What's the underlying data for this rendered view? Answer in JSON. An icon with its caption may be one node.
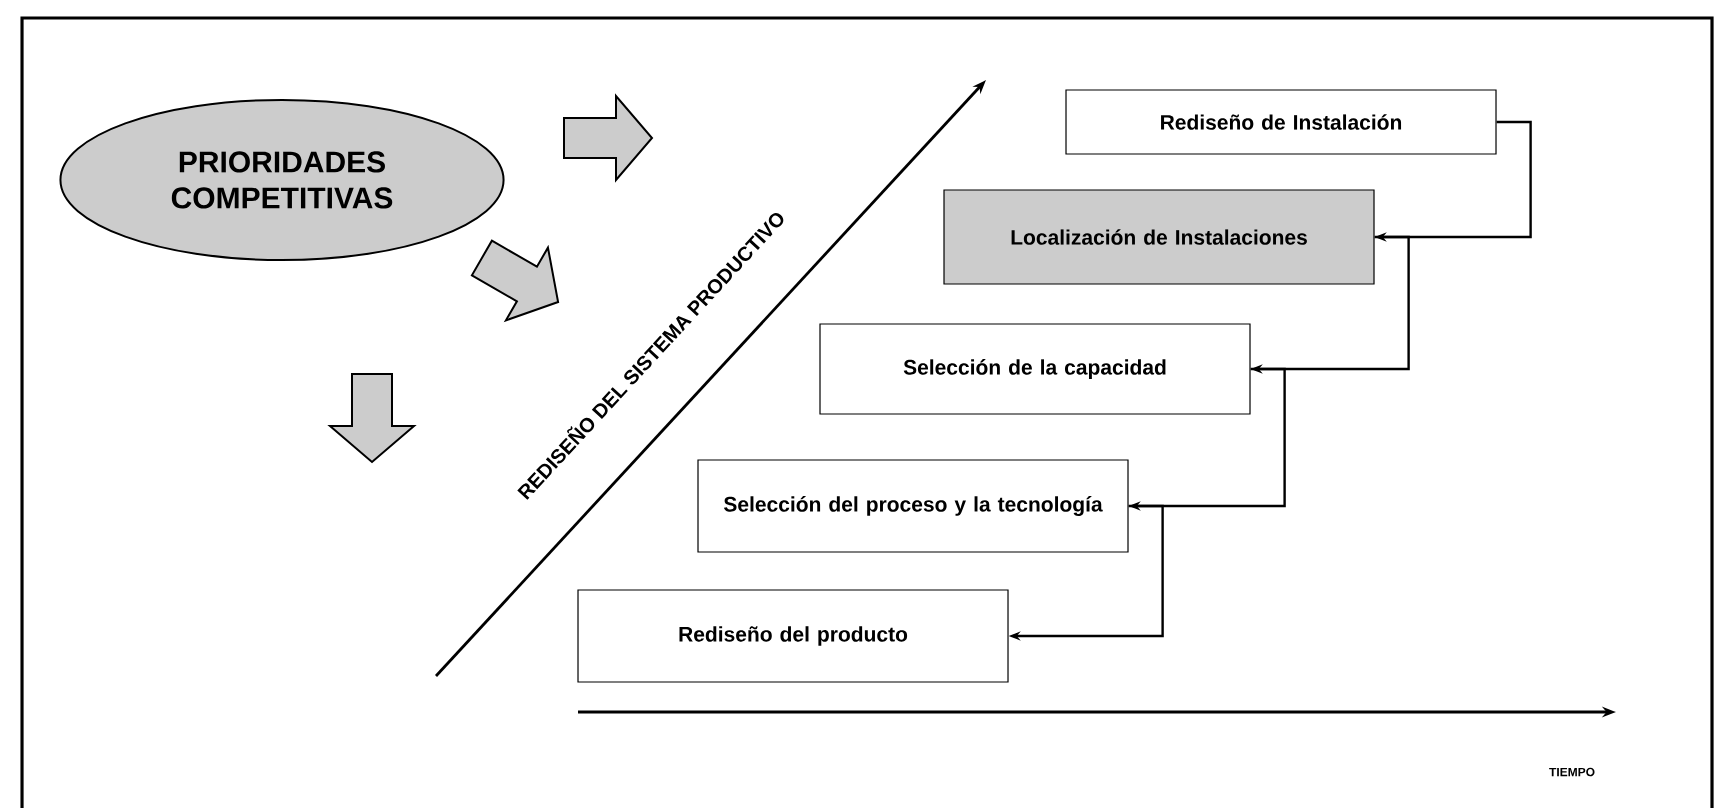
{
  "diagram": {
    "nodes": [
      {
        "text": [
          "PRIORIDADES COMPETITIVAS"
        ]
      },
      {
        "text": [
          "Rediseño de Instalación"
        ]
      },
      {
        "text": [
          "Localización de Instalaciones"
        ]
      },
      {
        "text": [
          "Selección de la capacidad"
        ]
      },
      {
        "text": [
          "Selección del proceso y la tecnología"
        ]
      },
      {
        "text": [
          "Rediseño del producto"
        ]
      }
    ],
    "edges": [
      {
        "from": 1,
        "to": 2,
        "arrow": "to"
      },
      {
        "from": 2,
        "to": 3,
        "arrow": "to"
      },
      {
        "from": 3,
        "to": 4,
        "arrow": "to"
      },
      {
        "from": 4,
        "to": 5,
        "arrow": "to"
      }
    ],
    "labels": [
      "REDISEÑO DEL SISTEMA PRODUCTIVO",
      "TIEMPO"
    ]
  }
}
